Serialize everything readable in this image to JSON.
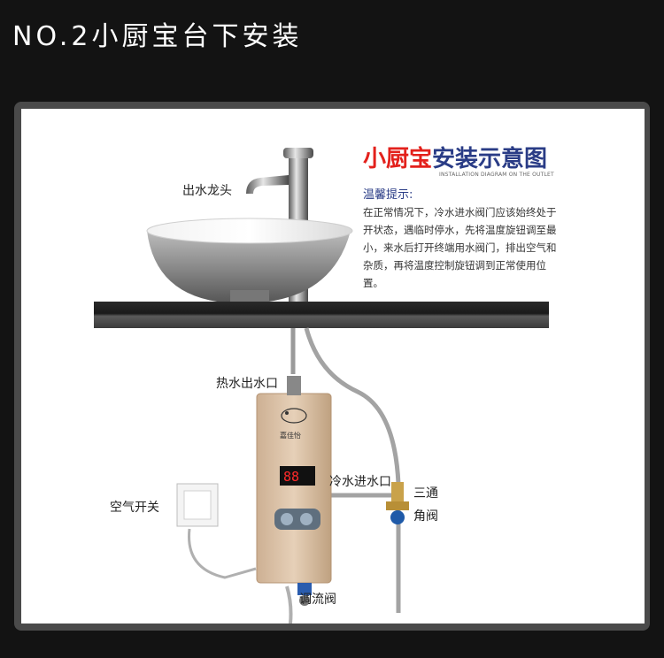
{
  "header": {
    "title": "NO.2小厨宝台下安装"
  },
  "diagram": {
    "title_part1": "小厨宝",
    "title_part2": "安装示意图",
    "subtitle": "INSTALLATION DIAGRAM ON THE OUTLET",
    "tip_label": "温馨提示:",
    "tip_text": "在正常情况下，冷水进水阀门应该始终处于开状态，遇临时停水，先将温度旋钮调至最小，来水后打开终端用水阀门，排出空气和杂质，再将温度控制旋钮调到正常使用位置。",
    "labels": {
      "faucet": "出水龙头",
      "hot_outlet": "热水出水口",
      "cold_inlet": "冷水进水口",
      "tee": "三通",
      "angle_valve": "角阀",
      "air_switch": "空气开关",
      "flow_valve": "调流阀"
    },
    "heater": {
      "display": "88",
      "brand": "嘉佳怡"
    }
  },
  "colors": {
    "background": "#131313",
    "frame": "#4a4a4a",
    "title_red": "#e3211c",
    "title_blue": "#2a3c86",
    "heater_body": "#d9c0a6",
    "display_red": "#ff2a2a"
  },
  "icons": [
    "power-icon",
    "temperature-icon",
    "brand-logo-icon"
  ]
}
